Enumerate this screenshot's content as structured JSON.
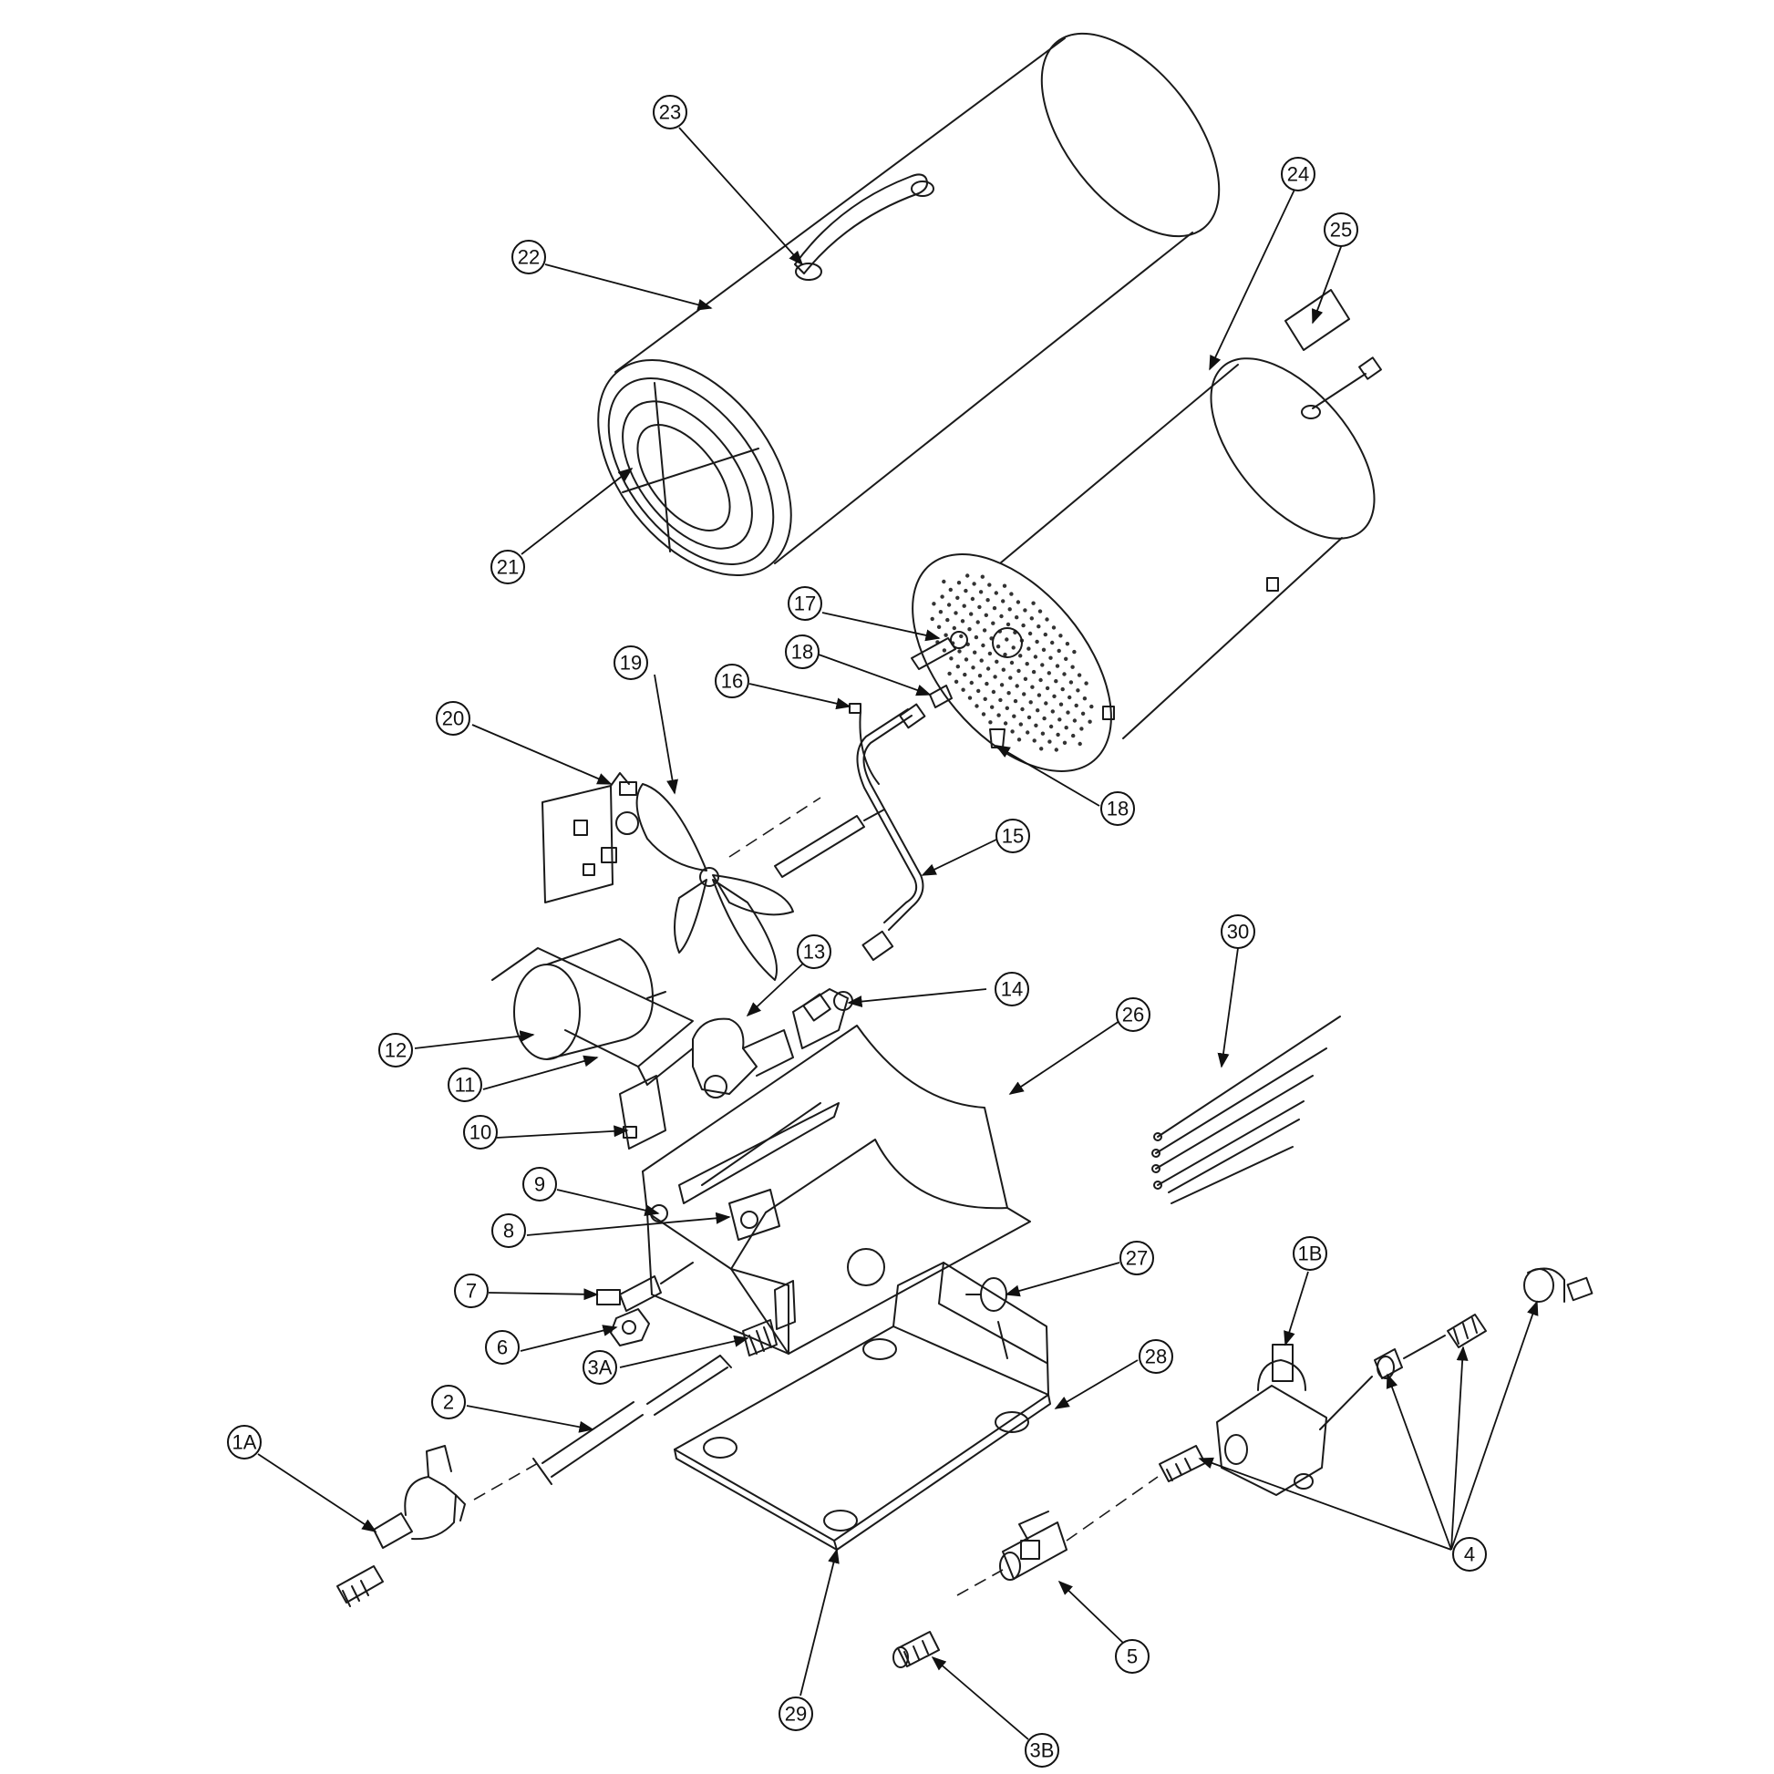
{
  "callouts": {
    "c1A": "1A",
    "c1B": "1B",
    "c2": "2",
    "c3A": "3A",
    "c3B": "3B",
    "c4": "4",
    "c5": "5",
    "c6": "6",
    "c7": "7",
    "c8": "8",
    "c9": "9",
    "c10": "10",
    "c11": "11",
    "c12": "12",
    "c13": "13",
    "c14": "14",
    "c15": "15",
    "c16": "16",
    "c17": "17",
    "c18a": "18",
    "c18b": "18",
    "c19": "19",
    "c20": "20",
    "c21": "21",
    "c22": "22",
    "c23": "23",
    "c24": "24",
    "c25": "25",
    "c26": "26",
    "c27": "27",
    "c28": "28",
    "c29": "29",
    "c30": "30"
  },
  "colors": {
    "line": "#1a1a1a",
    "background": "#ffffff"
  }
}
